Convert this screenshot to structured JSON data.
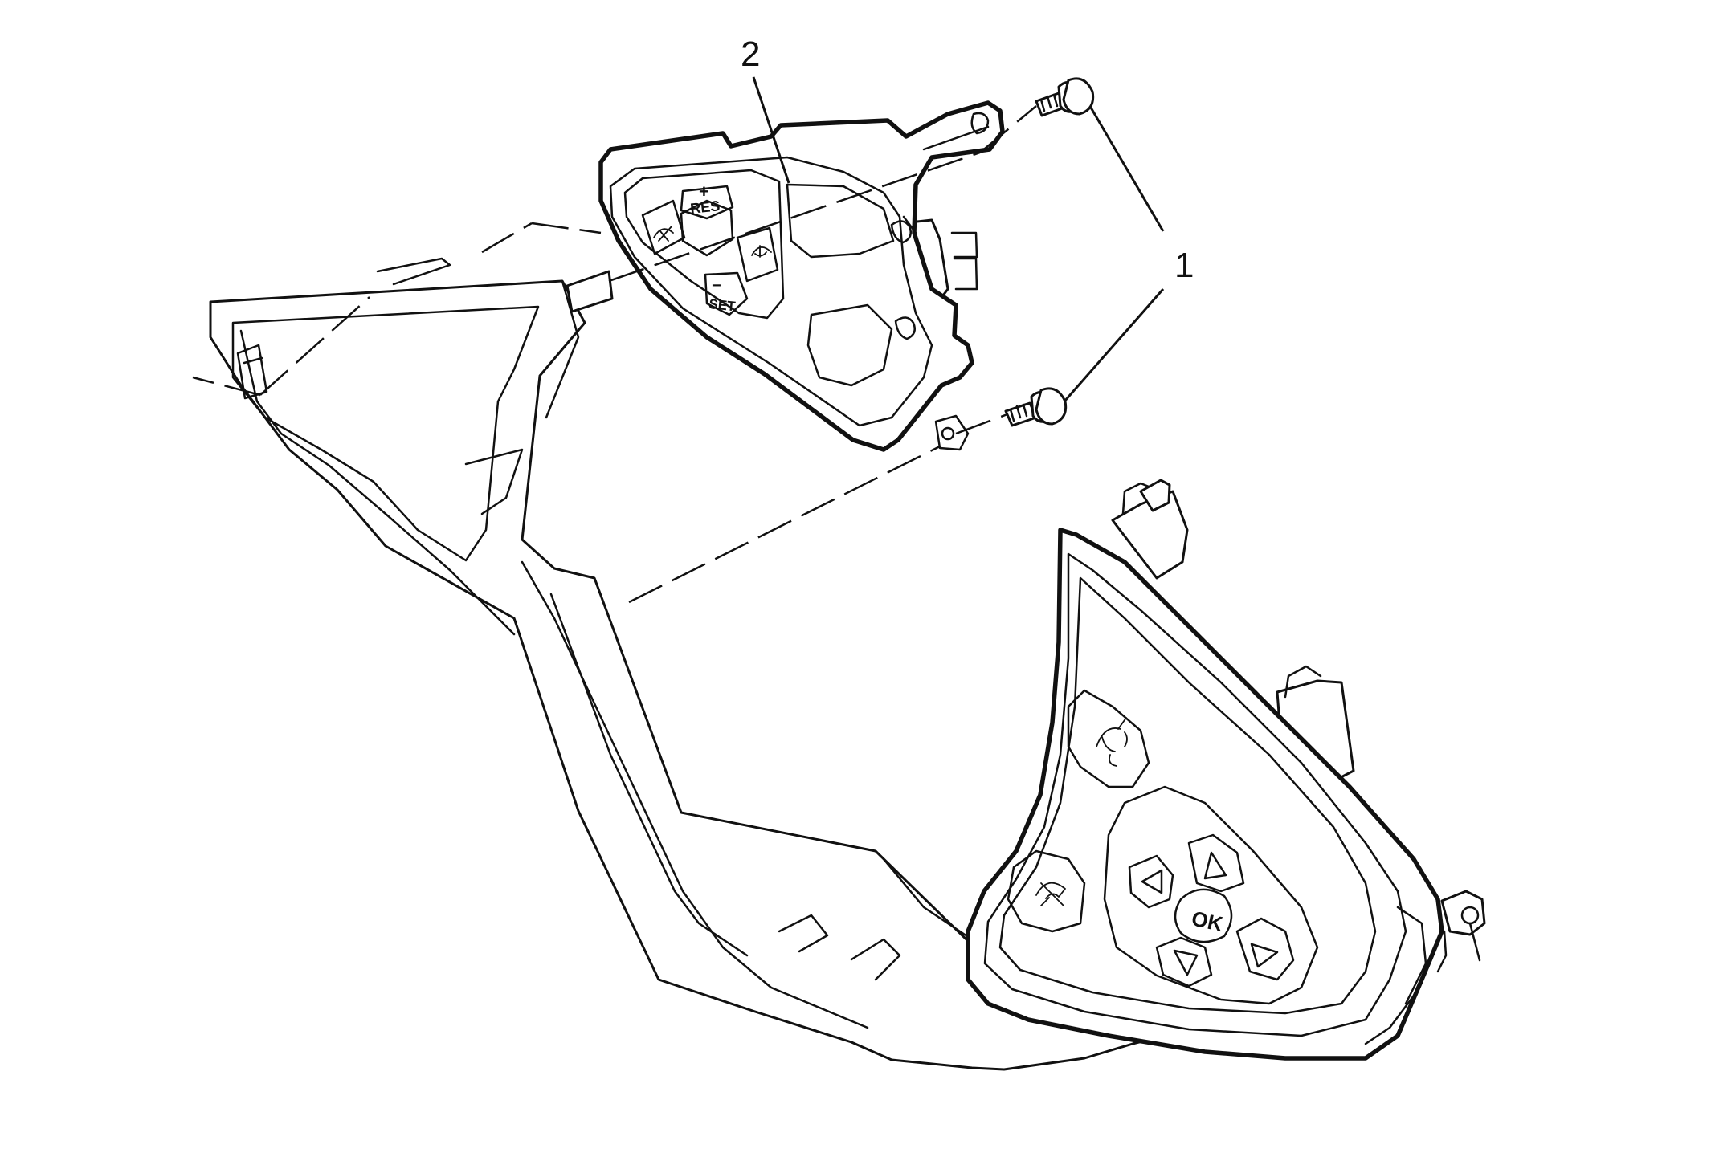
{
  "callouts": {
    "screws": "1",
    "left_switch": "2"
  },
  "left_switch_buttons": {
    "plus": "+",
    "res": "RES",
    "minus": "−",
    "set": "SET"
  },
  "right_switch_buttons": {
    "ok": "OK"
  },
  "colors": {
    "line": "#111111",
    "background": "#ffffff"
  }
}
